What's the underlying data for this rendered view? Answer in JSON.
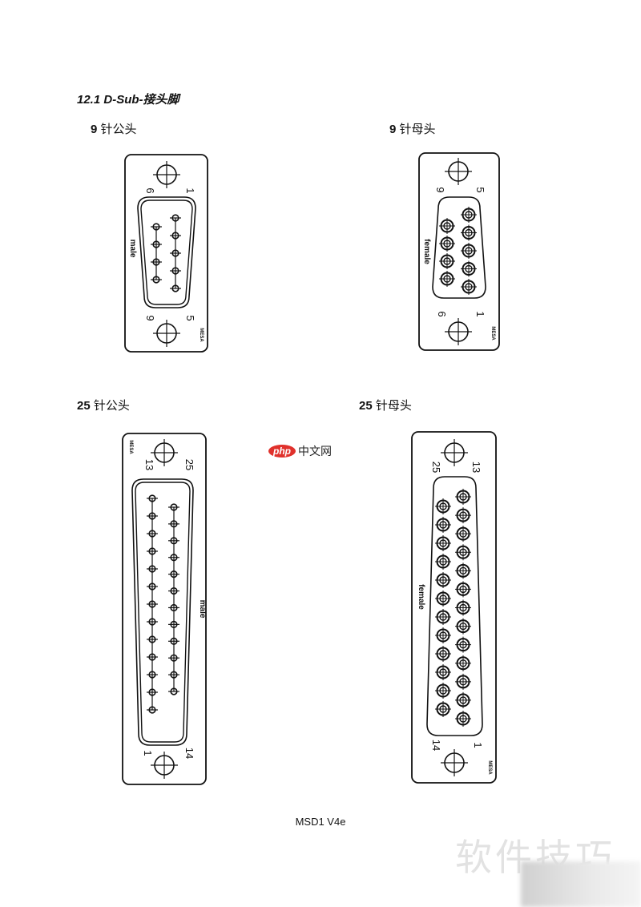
{
  "section_title": "12.1 D-Sub-接头脚",
  "connectors": [
    {
      "heading_num": "9",
      "heading_text": "针公头",
      "gender_label": "male",
      "maker": "MESA",
      "pin_labels": [
        "6",
        "1",
        "9",
        "5"
      ]
    },
    {
      "heading_num": "9",
      "heading_text": "针母头",
      "gender_label": "female",
      "maker": "MESA",
      "pin_labels": [
        "9",
        "5",
        "6",
        "1"
      ]
    },
    {
      "heading_num": "25",
      "heading_text": "针公头",
      "gender_label": "male",
      "maker": "MESA",
      "pin_labels": [
        "13",
        "25",
        "1",
        "14"
      ]
    },
    {
      "heading_num": "25",
      "heading_text": "针母头",
      "gender_label": "female",
      "maker": "MESA",
      "pin_labels": [
        "25",
        "13",
        "14",
        "1"
      ]
    }
  ],
  "logo": {
    "badge": "php",
    "text": "中文网",
    "color": "#e0312c"
  },
  "footer": "MSD1 V4e",
  "watermark": "软件技巧"
}
